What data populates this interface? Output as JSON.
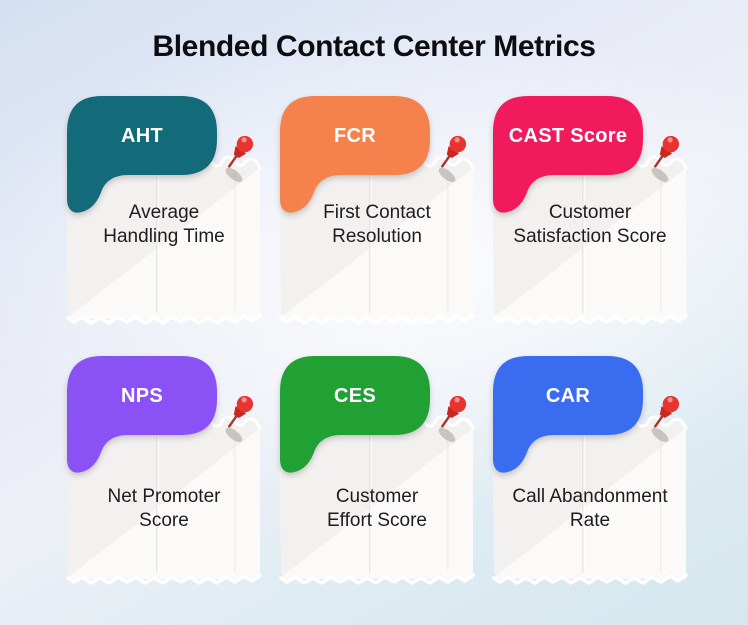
{
  "page": {
    "title": "Blended Contact Center Metrics",
    "title_color": "#0c0c11",
    "background_top_color": "#d4e0f2",
    "background_bottom_color": "#d6e7ee"
  },
  "cards": [
    {
      "abbr": "AHT",
      "line1": "Average",
      "line2": "Handling Time",
      "color": "#136a79"
    },
    {
      "abbr": "FCR",
      "line1": "First Contact",
      "line2": "Resolution",
      "color": "#f5824d"
    },
    {
      "abbr": "CAST Score",
      "line1": "Customer",
      "line2": "Satisfaction Score",
      "color": "#f01a5d"
    },
    {
      "abbr": "NPS",
      "line1": "Net Promoter",
      "line2": "Score",
      "color": "#8a52f4"
    },
    {
      "abbr": "CES",
      "line1": "Customer",
      "line2": "Effort Score",
      "color": "#21a134"
    },
    {
      "abbr": "CAR",
      "line1": "Call Abandonment",
      "line2": "Rate",
      "color": "#3a6cef"
    }
  ],
  "pin": {
    "icon": "pushpin-icon",
    "color": "#e8342f",
    "dark": "#cb2720",
    "needle": "#a8342d",
    "shadow": "#a6a09b"
  },
  "paper": {
    "fill": "#f2f1ef"
  }
}
